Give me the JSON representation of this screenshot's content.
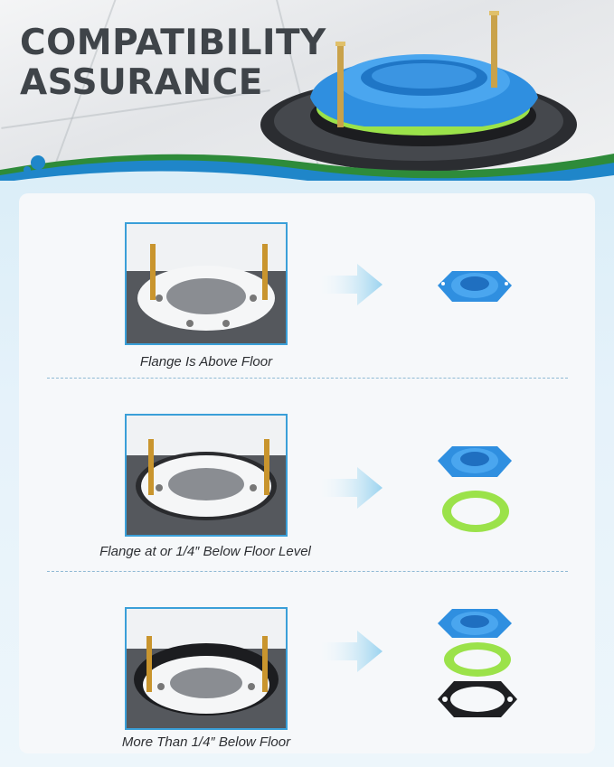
{
  "header": {
    "title": "COMPATIBILITY\nASSURANCE"
  },
  "rows": [
    {
      "caption": "Flange Is Above Floor",
      "parts": [
        "blue-wax-ring"
      ]
    },
    {
      "caption": "Flange at or 1/4″ Below Floor Level",
      "parts": [
        "blue-wax-ring",
        "green-spacer"
      ]
    },
    {
      "caption": "More Than 1/4″ Below Floor",
      "parts": [
        "blue-wax-ring",
        "green-spacer",
        "black-spacer"
      ]
    }
  ],
  "colors": {
    "title": "#3f4449",
    "accent_blue": "#3a9fd8",
    "ring_blue": "#2f8fe0",
    "ring_green": "#9be24a",
    "ring_black": "#1e1f22",
    "wave_green": "#2e8b3a"
  }
}
